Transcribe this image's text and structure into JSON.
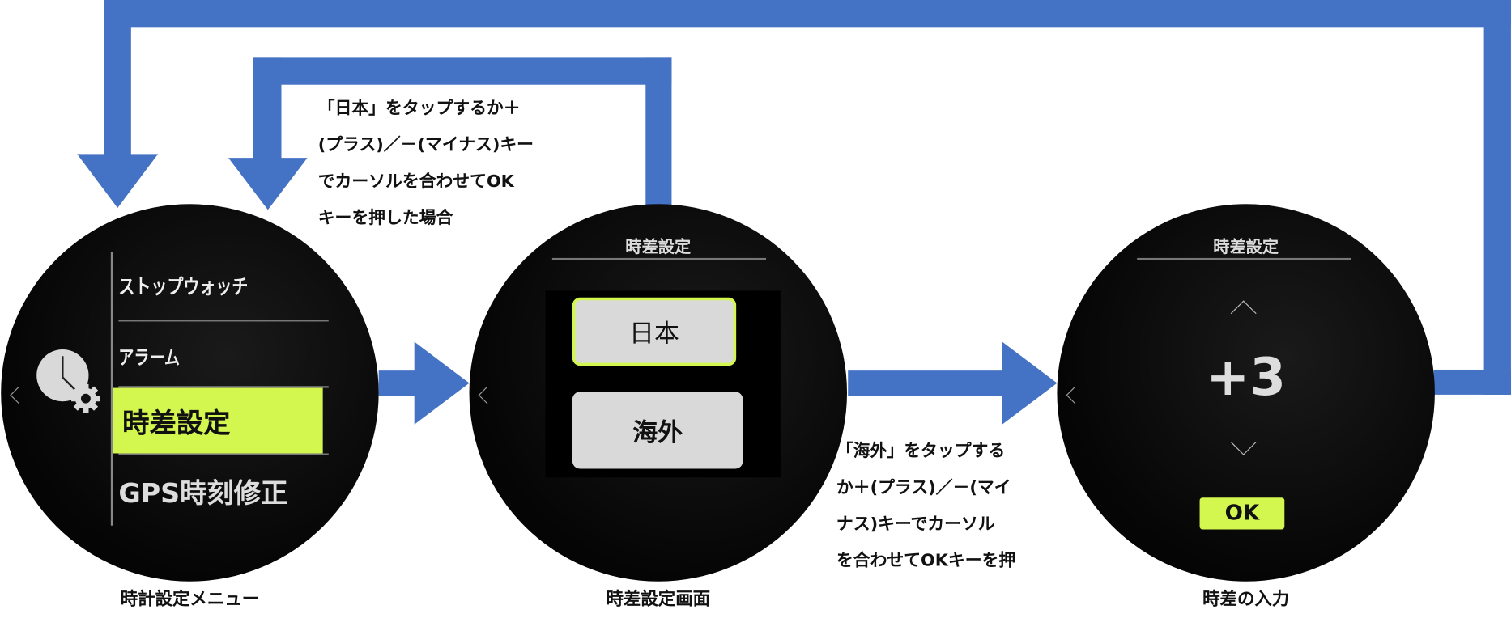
{
  "colors": {
    "arrow": "#4472c4",
    "highlight": "#d4f74f",
    "button": "#d9d9d9"
  },
  "screen1": {
    "caption": "時計設定メニュー",
    "icon": "clock-gear-icon",
    "items": [
      {
        "label": "ストップウォッチ",
        "selected": false
      },
      {
        "label": "アラーム",
        "selected": false
      },
      {
        "label": "時差設定",
        "selected": true
      },
      {
        "label": "GPS時刻修正",
        "selected": false
      }
    ]
  },
  "screen2": {
    "caption": "時差設定画面",
    "title": "時差設定",
    "options": [
      {
        "label": "日本",
        "selected": true
      },
      {
        "label": "海外",
        "selected": false
      }
    ]
  },
  "screen3": {
    "caption": "時差の入力",
    "title": "時差設定",
    "value": "+3",
    "ok_label": "OK"
  },
  "notes": {
    "japan": [
      "「日本」をタップするか＋",
      "(プラス)／－(マイナス)キー",
      "でカーソルを合わせてOK",
      "キーを押した場合"
    ],
    "overseas": [
      "「海外」をタップする",
      "か＋(プラス)／－(マイ",
      "ナス)キーでカーソル",
      "を合わせてOKキーを押"
    ]
  }
}
